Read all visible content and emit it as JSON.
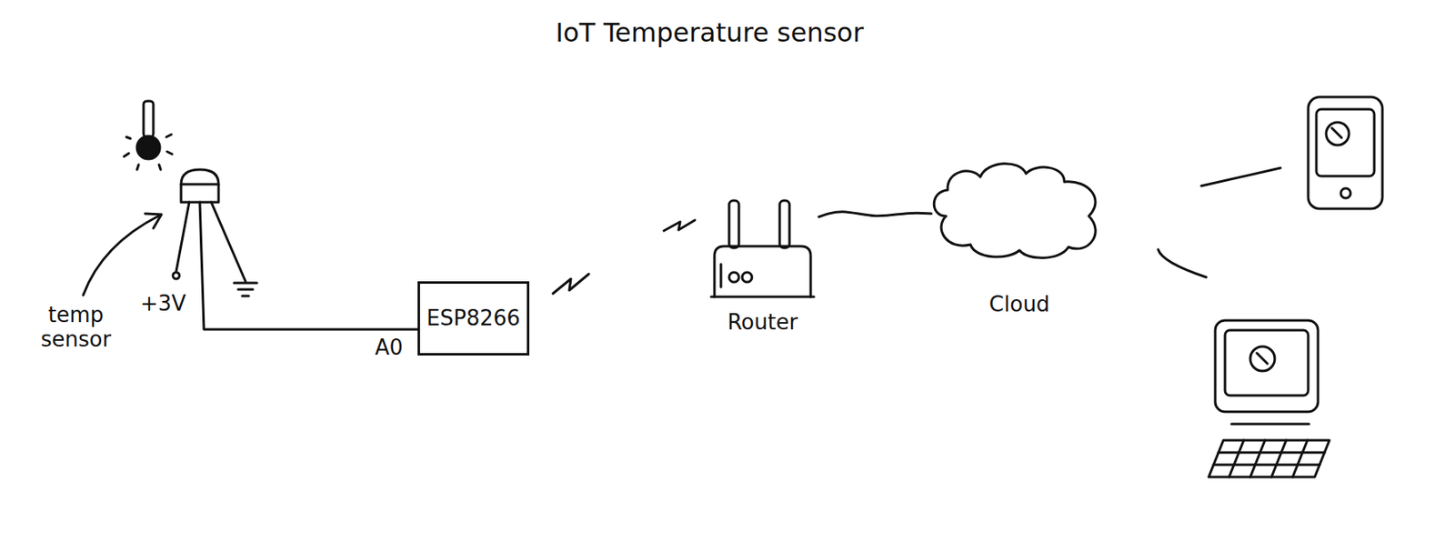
{
  "diagram": {
    "title": "IoT Temperature sensor",
    "nodes": [
      {
        "text": [
          "ESP8266"
        ]
      },
      {
        "text": [
          "Router"
        ]
      },
      {
        "text": [
          "Cloud"
        ]
      }
    ],
    "edges": [
      {
        "from": 1,
        "to": 2,
        "arrow": "none"
      }
    ],
    "labels": [
      "temp sensor",
      "+3V",
      "A0"
    ]
  }
}
